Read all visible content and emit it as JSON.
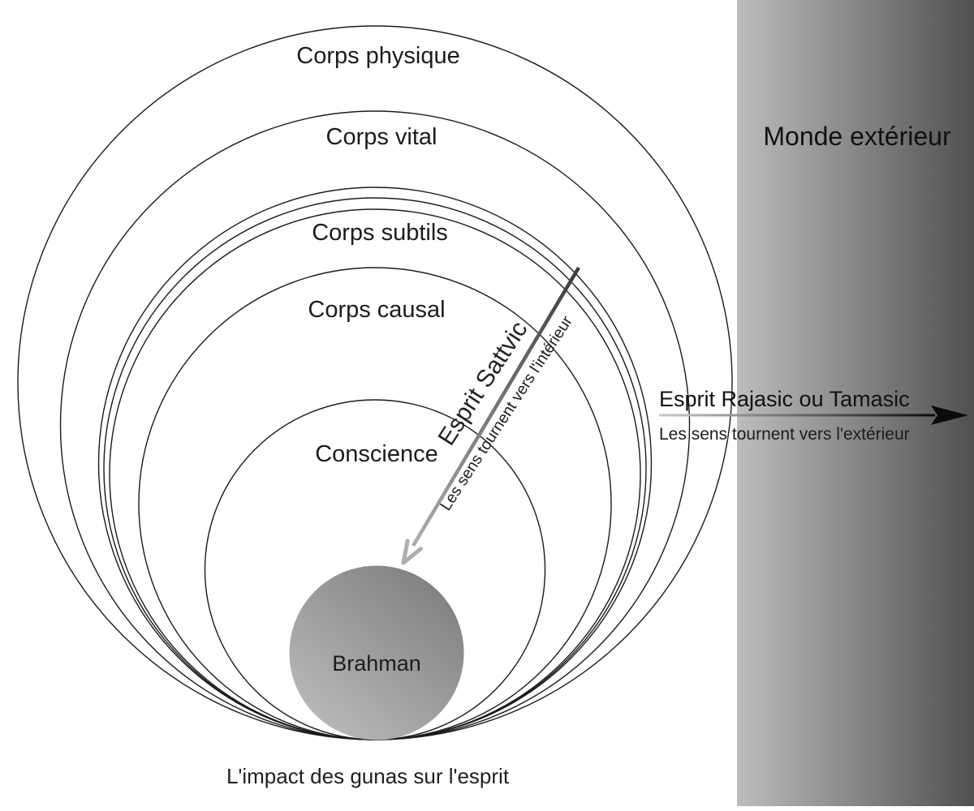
{
  "diagram_title": "L'impact des gunas sur l'esprit",
  "outer_world": {
    "label": "Monde extérieur"
  },
  "rings": [
    {
      "label": "Corps physique"
    },
    {
      "label": "Corps vital"
    },
    {
      "label": "Corps subtils"
    },
    {
      "label": "Corps causal"
    },
    {
      "label": "Conscience"
    }
  ],
  "center": {
    "label": "Brahman"
  },
  "arrows": {
    "sattvic": {
      "label": "Esprit Sattvic",
      "sublabel": "Les sens tournent vers l'intérieur"
    },
    "rajasic": {
      "label": "Esprit Rajasic ou Tamasic",
      "sublabel": "Les sens tournent vers l'extérieur"
    }
  },
  "colors": {
    "circle_stroke": "#1b1b1b",
    "band_light": "#bdbdbd",
    "band_dark": "#505050",
    "sphere_dark": "#7f7f7f",
    "sphere_light": "#b8b8b8",
    "sattvic_arrow_dark": "#3c3c3c",
    "sattvic_arrow_light": "#aeaeae",
    "rajasic_arrow_light": "#c9c9c9",
    "rajasic_arrow_dark": "#0a0a0a"
  }
}
